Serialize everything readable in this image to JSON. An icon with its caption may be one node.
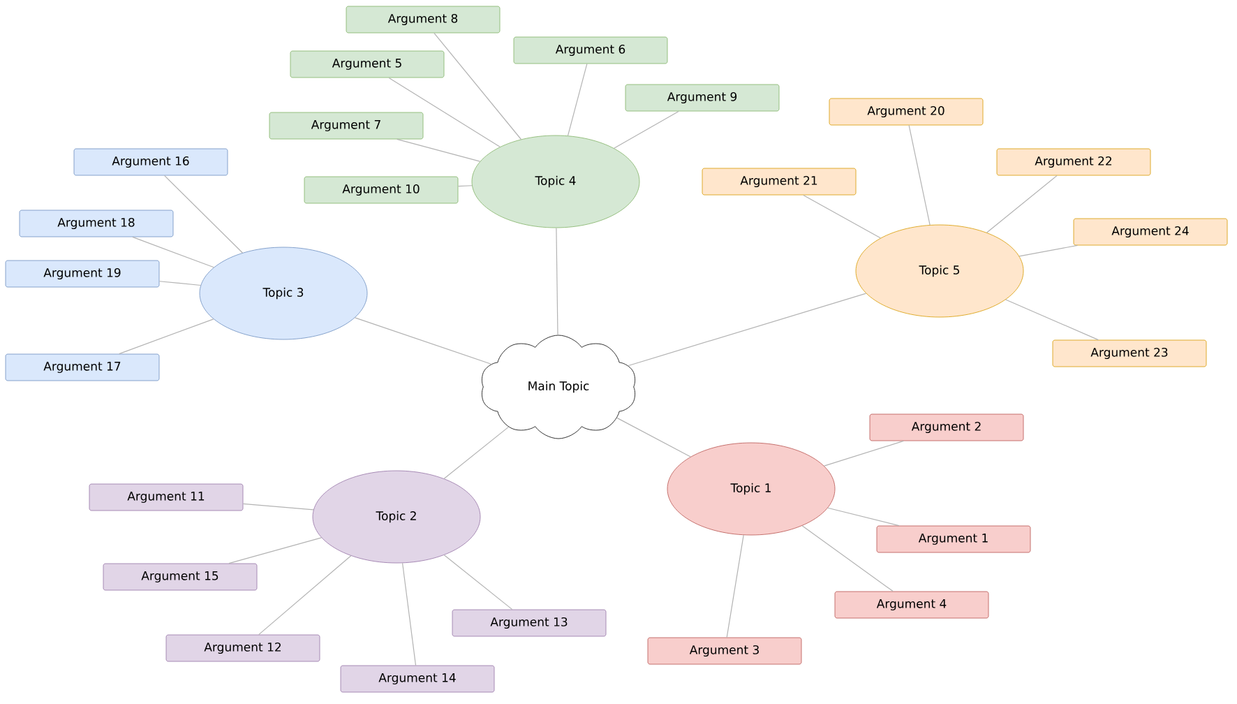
{
  "diagram": {
    "nodes": [
      {
        "text": [
          "Main Topic"
        ]
      },
      {
        "text": [
          "Topic 1"
        ]
      },
      {
        "text": [
          "Topic 2"
        ]
      },
      {
        "text": [
          "Topic 3"
        ]
      },
      {
        "text": [
          "Topic 4"
        ]
      },
      {
        "text": [
          "Topic 5"
        ]
      },
      {
        "text": [
          "Argument 8"
        ]
      },
      {
        "text": [
          "Argument 6"
        ]
      },
      {
        "text": [
          "Argument 5"
        ]
      },
      {
        "text": [
          "Argument 9"
        ]
      },
      {
        "text": [
          "Argument 20"
        ]
      },
      {
        "text": [
          "Argument 7"
        ]
      },
      {
        "text": [
          "Argument 16"
        ]
      },
      {
        "text": [
          "Argument 22"
        ]
      },
      {
        "text": [
          "Argument 21"
        ]
      },
      {
        "text": [
          "Argument 10"
        ]
      },
      {
        "text": [
          "Argument 18"
        ]
      },
      {
        "text": [
          "Argument 24"
        ]
      },
      {
        "text": [
          "Argument 19"
        ]
      },
      {
        "text": [
          "Argument 23"
        ]
      },
      {
        "text": [
          "Argument 17"
        ]
      },
      {
        "text": [
          "Argument 2"
        ]
      },
      {
        "text": [
          "Argument 11"
        ]
      },
      {
        "text": [
          "Argument 1"
        ]
      },
      {
        "text": [
          "Argument 15"
        ]
      },
      {
        "text": [
          "Argument 4"
        ]
      },
      {
        "text": [
          "Argument 13"
        ]
      },
      {
        "text": [
          "Argument 12"
        ]
      },
      {
        "text": [
          "Argument 3"
        ]
      },
      {
        "text": [
          "Argument 14"
        ]
      }
    ],
    "edges": [
      {
        "from": 0,
        "to": 1,
        "arrow": "none"
      },
      {
        "from": 0,
        "to": 2,
        "arrow": "none"
      },
      {
        "from": 0,
        "to": 3,
        "arrow": "none"
      },
      {
        "from": 0,
        "to": 4,
        "arrow": "none"
      },
      {
        "from": 0,
        "to": 5,
        "arrow": "none"
      },
      {
        "from": 4,
        "to": 6,
        "arrow": "none"
      },
      {
        "from": 4,
        "to": 7,
        "arrow": "none"
      },
      {
        "from": 4,
        "to": 8,
        "arrow": "none"
      },
      {
        "from": 4,
        "to": 9,
        "arrow": "none"
      },
      {
        "from": 5,
        "to": 10,
        "arrow": "none"
      },
      {
        "from": 4,
        "to": 11,
        "arrow": "none"
      },
      {
        "from": 3,
        "to": 12,
        "arrow": "none"
      },
      {
        "from": 5,
        "to": 13,
        "arrow": "none"
      },
      {
        "from": 5,
        "to": 14,
        "arrow": "none"
      },
      {
        "from": 4,
        "to": 15,
        "arrow": "none"
      },
      {
        "from": 3,
        "to": 16,
        "arrow": "none"
      },
      {
        "from": 5,
        "to": 17,
        "arrow": "none"
      },
      {
        "from": 3,
        "to": 18,
        "arrow": "none"
      },
      {
        "from": 5,
        "to": 19,
        "arrow": "none"
      },
      {
        "from": 3,
        "to": 20,
        "arrow": "none"
      },
      {
        "from": 1,
        "to": 21,
        "arrow": "none"
      },
      {
        "from": 2,
        "to": 22,
        "arrow": "none"
      },
      {
        "from": 1,
        "to": 23,
        "arrow": "none"
      },
      {
        "from": 2,
        "to": 24,
        "arrow": "none"
      },
      {
        "from": 1,
        "to": 25,
        "arrow": "none"
      },
      {
        "from": 2,
        "to": 26,
        "arrow": "none"
      },
      {
        "from": 2,
        "to": 27,
        "arrow": "none"
      },
      {
        "from": 1,
        "to": 28,
        "arrow": "none"
      },
      {
        "from": 2,
        "to": 29,
        "arrow": "none"
      }
    ]
  }
}
